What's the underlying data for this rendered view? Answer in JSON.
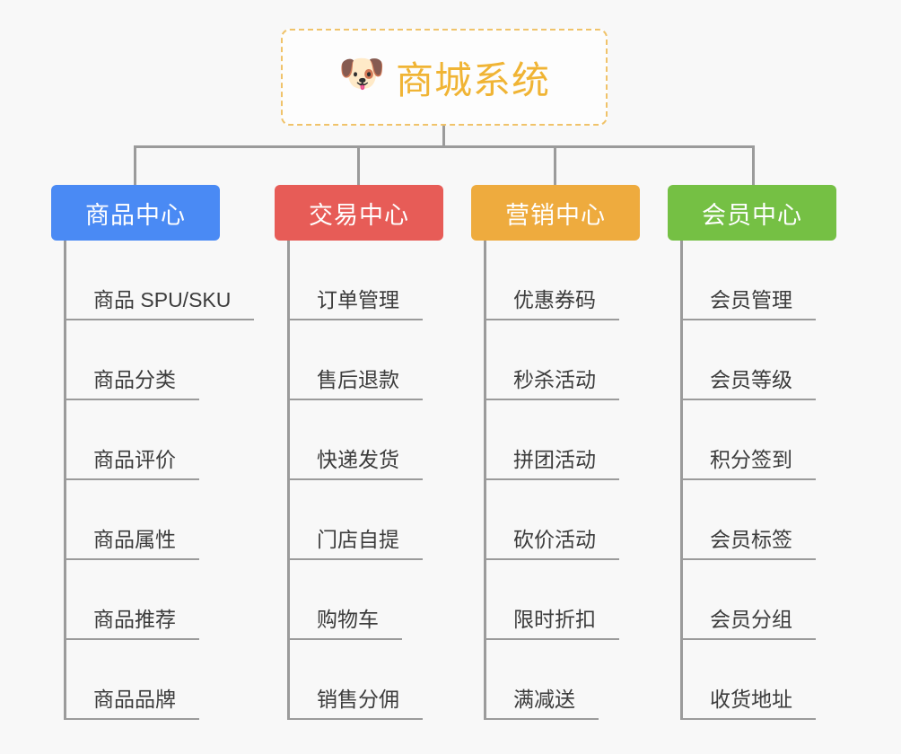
{
  "page": {
    "background_color": "#f8f8f8",
    "line_color": "#9b9b9b"
  },
  "root": {
    "icon": "shiba-dog-face-icon",
    "icon_glyph": "🐶",
    "title": "商城系统",
    "title_color": "#f0b434",
    "border_color": "#f0c36a"
  },
  "categories": [
    {
      "id": "product-center",
      "label": "商品中心",
      "color": "#4a8af4",
      "items": [
        {
          "label": "商品 SPU/SKU"
        },
        {
          "label": "商品分类"
        },
        {
          "label": "商品评价"
        },
        {
          "label": "商品属性"
        },
        {
          "label": "商品推荐"
        },
        {
          "label": "商品品牌"
        }
      ]
    },
    {
      "id": "trade-center",
      "label": "交易中心",
      "color": "#e75c57",
      "items": [
        {
          "label": "订单管理"
        },
        {
          "label": "售后退款"
        },
        {
          "label": "快递发货"
        },
        {
          "label": "门店自提"
        },
        {
          "label": "购物车"
        },
        {
          "label": "销售分佣"
        }
      ]
    },
    {
      "id": "marketing-center",
      "label": "营销中心",
      "color": "#eeab3e",
      "items": [
        {
          "label": "优惠券码"
        },
        {
          "label": "秒杀活动"
        },
        {
          "label": "拼团活动"
        },
        {
          "label": "砍价活动"
        },
        {
          "label": "限时折扣"
        },
        {
          "label": "满减送"
        }
      ]
    },
    {
      "id": "member-center",
      "label": "会员中心",
      "color": "#75c044",
      "items": [
        {
          "label": "会员管理"
        },
        {
          "label": "会员等级"
        },
        {
          "label": "积分签到"
        },
        {
          "label": "会员标签"
        },
        {
          "label": "会员分组"
        },
        {
          "label": "收货地址"
        }
      ]
    }
  ]
}
